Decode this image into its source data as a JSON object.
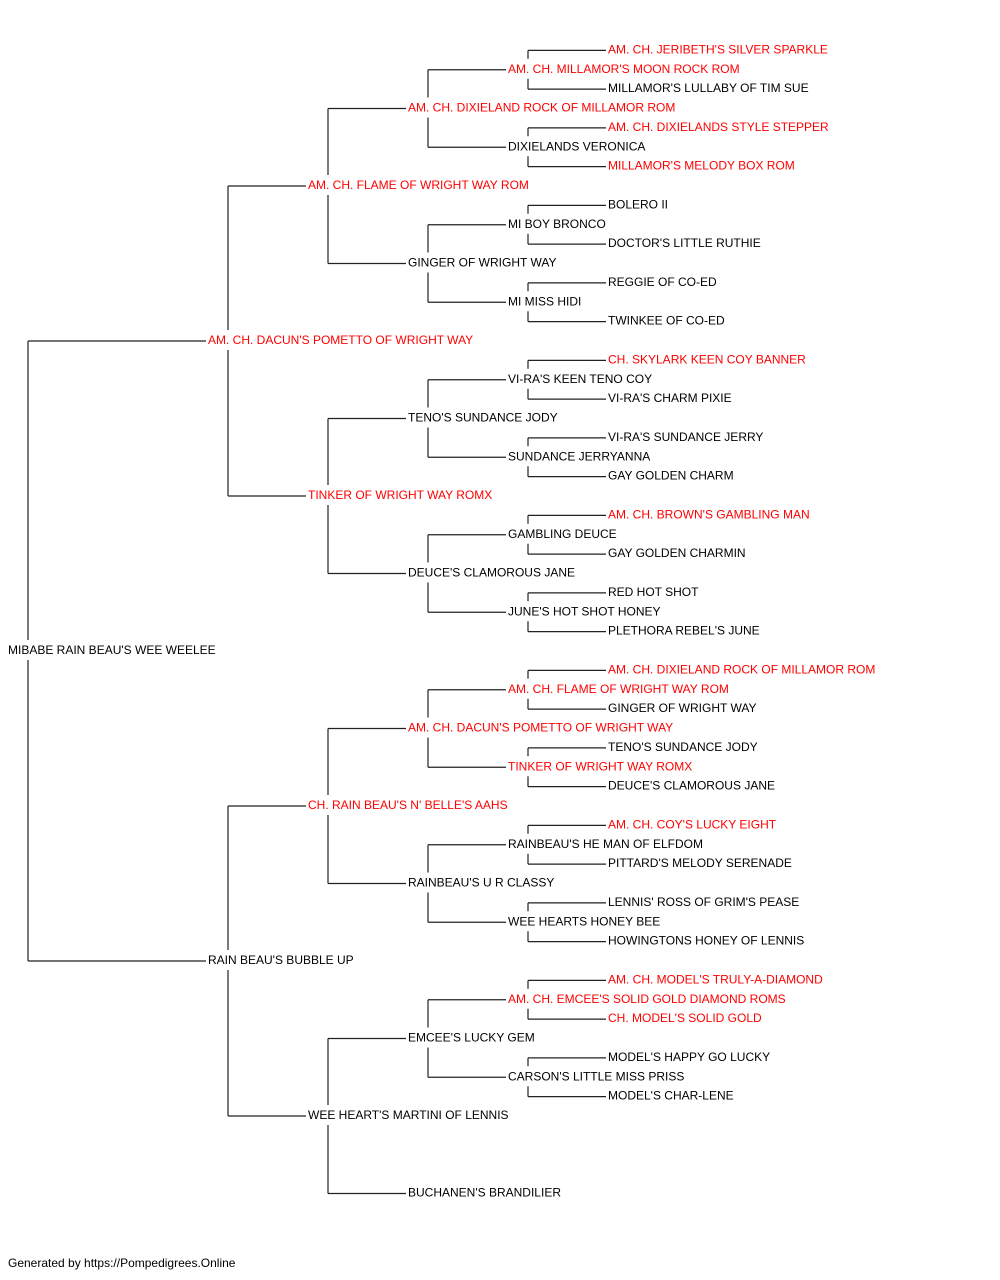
{
  "colors": {
    "champion": "#ff0000",
    "normal": "#000000",
    "line": "#222222"
  },
  "pedigree": {
    "name": "MIBABE RAIN BEAU'S WEE WEELEE",
    "ch": false,
    "sire": {
      "name": "AM. CH. DACUN'S POMETTO OF WRIGHT WAY",
      "ch": true,
      "sire": {
        "name": "AM. CH. FLAME OF WRIGHT WAY ROM",
        "ch": true,
        "sire": {
          "name": "AM. CH. DIXIELAND ROCK OF MILLAMOR ROM",
          "ch": true,
          "sire": {
            "name": "AM. CH. MILLAMOR'S MOON ROCK ROM",
            "ch": true,
            "sire": {
              "name": "AM. CH. JERIBETH'S SILVER SPARKLE",
              "ch": true
            },
            "dam": {
              "name": "MILLAMOR'S LULLABY OF TIM SUE",
              "ch": false
            }
          },
          "dam": {
            "name": "DIXIELANDS VERONICA",
            "ch": false,
            "sire": {
              "name": "AM. CH. DIXIELANDS STYLE STEPPER",
              "ch": true
            },
            "dam": {
              "name": "MILLAMOR'S MELODY BOX ROM",
              "ch": true
            }
          }
        },
        "dam": {
          "name": "GINGER OF WRIGHT WAY",
          "ch": false,
          "sire": {
            "name": "MI BOY BRONCO",
            "ch": false,
            "sire": {
              "name": "BOLERO II",
              "ch": false
            },
            "dam": {
              "name": "DOCTOR'S LITTLE RUTHIE",
              "ch": false
            }
          },
          "dam": {
            "name": "MI MISS HIDI",
            "ch": false,
            "sire": {
              "name": "REGGIE OF CO-ED",
              "ch": false
            },
            "dam": {
              "name": "TWINKEE OF CO-ED",
              "ch": false
            }
          }
        }
      },
      "dam": {
        "name": "TINKER OF WRIGHT WAY ROMX",
        "ch": true,
        "sire": {
          "name": "TENO'S SUNDANCE JODY",
          "ch": false,
          "sire": {
            "name": "VI-RA'S KEEN TENO COY",
            "ch": false,
            "sire": {
              "name": "CH. SKYLARK KEEN COY BANNER",
              "ch": true
            },
            "dam": {
              "name": "VI-RA'S CHARM PIXIE",
              "ch": false
            }
          },
          "dam": {
            "name": "SUNDANCE JERRYANNA",
            "ch": false,
            "sire": {
              "name": "VI-RA'S SUNDANCE JERRY",
              "ch": false
            },
            "dam": {
              "name": "GAY GOLDEN CHARM",
              "ch": false
            }
          }
        },
        "dam": {
          "name": "DEUCE'S CLAMOROUS JANE",
          "ch": false,
          "sire": {
            "name": "GAMBLING DEUCE",
            "ch": false,
            "sire": {
              "name": "AM. CH. BROWN'S GAMBLING MAN",
              "ch": true
            },
            "dam": {
              "name": "GAY GOLDEN CHARMIN",
              "ch": false
            }
          },
          "dam": {
            "name": "JUNE'S HOT SHOT HONEY",
            "ch": false,
            "sire": {
              "name": "RED HOT SHOT",
              "ch": false
            },
            "dam": {
              "name": "PLETHORA REBEL'S JUNE",
              "ch": false
            }
          }
        }
      }
    },
    "dam": {
      "name": "RAIN BEAU'S BUBBLE UP",
      "ch": false,
      "sire": {
        "name": "CH. RAIN BEAU'S N' BELLE'S AAHS",
        "ch": true,
        "sire": {
          "name": "AM. CH. DACUN'S POMETTO OF WRIGHT WAY",
          "ch": true,
          "sire": {
            "name": "AM. CH. FLAME OF WRIGHT WAY ROM",
            "ch": true,
            "sire": {
              "name": "AM. CH. DIXIELAND ROCK OF MILLAMOR ROM",
              "ch": true
            },
            "dam": {
              "name": "GINGER OF WRIGHT WAY",
              "ch": false
            }
          },
          "dam": {
            "name": "TINKER OF WRIGHT WAY ROMX",
            "ch": true,
            "sire": {
              "name": "TENO'S SUNDANCE JODY",
              "ch": false
            },
            "dam": {
              "name": "DEUCE'S CLAMOROUS JANE",
              "ch": false
            }
          }
        },
        "dam": {
          "name": "RAINBEAU'S U R CLASSY",
          "ch": false,
          "sire": {
            "name": "RAINBEAU'S HE MAN OF ELFDOM",
            "ch": false,
            "sire": {
              "name": "AM. CH. COY'S LUCKY EIGHT",
              "ch": true
            },
            "dam": {
              "name": "PITTARD'S MELODY SERENADE",
              "ch": false
            }
          },
          "dam": {
            "name": "WEE HEARTS HONEY BEE",
            "ch": false,
            "sire": {
              "name": "LENNIS' ROSS OF GRIM'S PEASE",
              "ch": false
            },
            "dam": {
              "name": "HOWINGTONS HONEY OF LENNIS",
              "ch": false
            }
          }
        }
      },
      "dam": {
        "name": "WEE HEART'S MARTINI OF LENNIS",
        "ch": false,
        "sire": {
          "name": "EMCEE'S LUCKY GEM",
          "ch": false,
          "sire": {
            "name": "AM. CH. EMCEE'S SOLID GOLD DIAMOND ROMS",
            "ch": true,
            "sire": {
              "name": "AM. CH. MODEL'S TRULY-A-DIAMOND",
              "ch": true
            },
            "dam": {
              "name": "CH. MODEL'S SOLID GOLD",
              "ch": true
            }
          },
          "dam": {
            "name": "CARSON'S LITTLE MISS PRISS",
            "ch": false,
            "sire": {
              "name": "MODEL'S HAPPY GO LUCKY",
              "ch": false
            },
            "dam": {
              "name": "MODEL'S CHAR-LENE",
              "ch": false
            }
          }
        },
        "dam": {
          "name": "BUCHANEN'S BRANDILIER",
          "ch": false
        }
      }
    }
  },
  "footer": "Generated by https://Pompedigrees.Online"
}
